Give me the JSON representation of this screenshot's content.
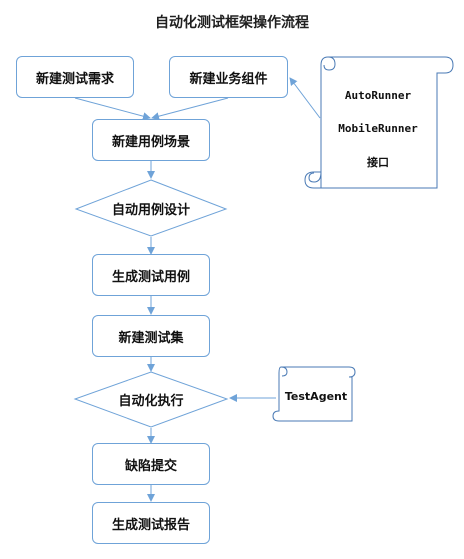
{
  "title": "自动化测试框架操作流程",
  "nodes": {
    "new_requirement": "新建测试需求",
    "new_component": "新建业务组件",
    "new_scenario": "新建用例场景",
    "auto_design": "自动用例设计",
    "gen_cases": "生成测试用例",
    "new_suite": "新建测试集",
    "auto_execute": "自动化执行",
    "defect_submit": "缺陷提交",
    "gen_report": "生成测试报告"
  },
  "interfaces": {
    "line1": "AutoRunner",
    "line2": "MobileRunner",
    "line3": "接口"
  },
  "test_agent": "TestAgent",
  "colors": {
    "border": "#6fa3d8",
    "arrow": "#6fa3d8",
    "scroll_stroke": "#4a7ab5"
  }
}
